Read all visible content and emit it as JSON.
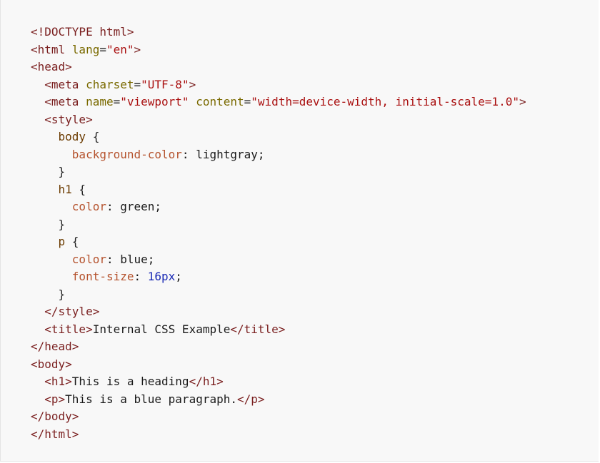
{
  "code": {
    "lines": [
      [
        {
          "t": "<!DOCTYPE html>",
          "c": "tag"
        }
      ],
      [
        {
          "t": "<html ",
          "c": "tag"
        },
        {
          "t": "lang",
          "c": "attr"
        },
        {
          "t": "=",
          "c": "punct"
        },
        {
          "t": "\"en\"",
          "c": "str"
        },
        {
          "t": ">",
          "c": "tag"
        }
      ],
      [
        {
          "t": "<head>",
          "c": "tag"
        }
      ],
      [
        {
          "t": "  ",
          "c": "txt"
        },
        {
          "t": "<meta ",
          "c": "tag"
        },
        {
          "t": "charset",
          "c": "attr"
        },
        {
          "t": "=",
          "c": "punct"
        },
        {
          "t": "\"UTF-8\"",
          "c": "str"
        },
        {
          "t": ">",
          "c": "tag"
        }
      ],
      [
        {
          "t": "  ",
          "c": "txt"
        },
        {
          "t": "<meta ",
          "c": "tag"
        },
        {
          "t": "name",
          "c": "attr"
        },
        {
          "t": "=",
          "c": "punct"
        },
        {
          "t": "\"viewport\"",
          "c": "str"
        },
        {
          "t": " ",
          "c": "txt"
        },
        {
          "t": "content",
          "c": "attr"
        },
        {
          "t": "=",
          "c": "punct"
        },
        {
          "t": "\"width=device-width, initial-scale=1.0\"",
          "c": "str"
        },
        {
          "t": ">",
          "c": "tag"
        }
      ],
      [
        {
          "t": "  ",
          "c": "txt"
        },
        {
          "t": "<style>",
          "c": "tag"
        }
      ],
      [
        {
          "t": "    ",
          "c": "txt"
        },
        {
          "t": "body",
          "c": "sel"
        },
        {
          "t": " {",
          "c": "punct"
        }
      ],
      [
        {
          "t": "      ",
          "c": "txt"
        },
        {
          "t": "background-color",
          "c": "prop"
        },
        {
          "t": ": lightgray;",
          "c": "txt"
        }
      ],
      [
        {
          "t": "    }",
          "c": "punct"
        }
      ],
      [
        {
          "t": "    ",
          "c": "txt"
        },
        {
          "t": "h1",
          "c": "sel"
        },
        {
          "t": " {",
          "c": "punct"
        }
      ],
      [
        {
          "t": "      ",
          "c": "txt"
        },
        {
          "t": "color",
          "c": "prop"
        },
        {
          "t": ": green;",
          "c": "txt"
        }
      ],
      [
        {
          "t": "    }",
          "c": "punct"
        }
      ],
      [
        {
          "t": "    ",
          "c": "txt"
        },
        {
          "t": "p",
          "c": "sel"
        },
        {
          "t": " {",
          "c": "punct"
        }
      ],
      [
        {
          "t": "      ",
          "c": "txt"
        },
        {
          "t": "color",
          "c": "prop"
        },
        {
          "t": ": blue;",
          "c": "txt"
        }
      ],
      [
        {
          "t": "      ",
          "c": "txt"
        },
        {
          "t": "font-size",
          "c": "prop"
        },
        {
          "t": ": ",
          "c": "txt"
        },
        {
          "t": "16px",
          "c": "num"
        },
        {
          "t": ";",
          "c": "txt"
        }
      ],
      [
        {
          "t": "    }",
          "c": "punct"
        }
      ],
      [
        {
          "t": "  ",
          "c": "txt"
        },
        {
          "t": "</style>",
          "c": "tag"
        }
      ],
      [
        {
          "t": "  ",
          "c": "txt"
        },
        {
          "t": "<title>",
          "c": "tag"
        },
        {
          "t": "Internal CSS Example",
          "c": "txt"
        },
        {
          "t": "</title>",
          "c": "tag"
        }
      ],
      [
        {
          "t": "</head>",
          "c": "tag"
        }
      ],
      [
        {
          "t": "<body>",
          "c": "tag"
        }
      ],
      [
        {
          "t": "  ",
          "c": "txt"
        },
        {
          "t": "<h1>",
          "c": "tag"
        },
        {
          "t": "This is a heading",
          "c": "txt"
        },
        {
          "t": "</h1>",
          "c": "tag"
        }
      ],
      [
        {
          "t": "  ",
          "c": "txt"
        },
        {
          "t": "<p>",
          "c": "tag"
        },
        {
          "t": "This is a blue paragraph.",
          "c": "txt"
        },
        {
          "t": "</p>",
          "c": "tag"
        }
      ],
      [
        {
          "t": "</body>",
          "c": "tag"
        }
      ],
      [
        {
          "t": "</html>",
          "c": "tag"
        }
      ]
    ]
  }
}
